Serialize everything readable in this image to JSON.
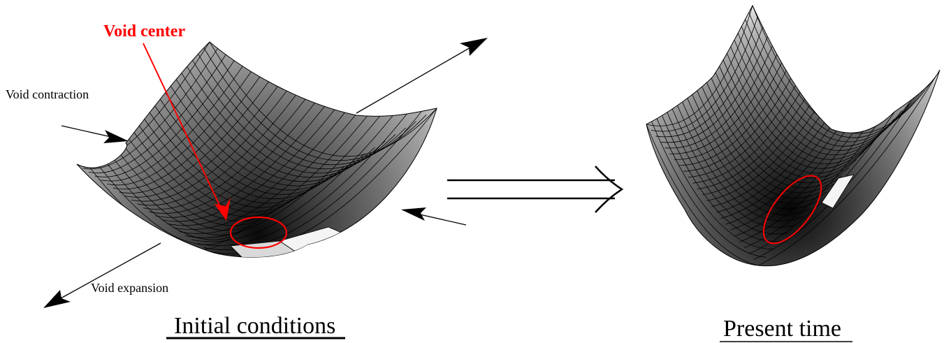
{
  "labels": {
    "void_center": "Void center",
    "void_contraction": "Void contraction",
    "void_expansion": "Void expansion",
    "initial_conditions": "Initial conditions",
    "present_time": "Present time"
  },
  "colors": {
    "highlight": "#ff0000",
    "ink": "#000000",
    "background": "#ffffff"
  }
}
